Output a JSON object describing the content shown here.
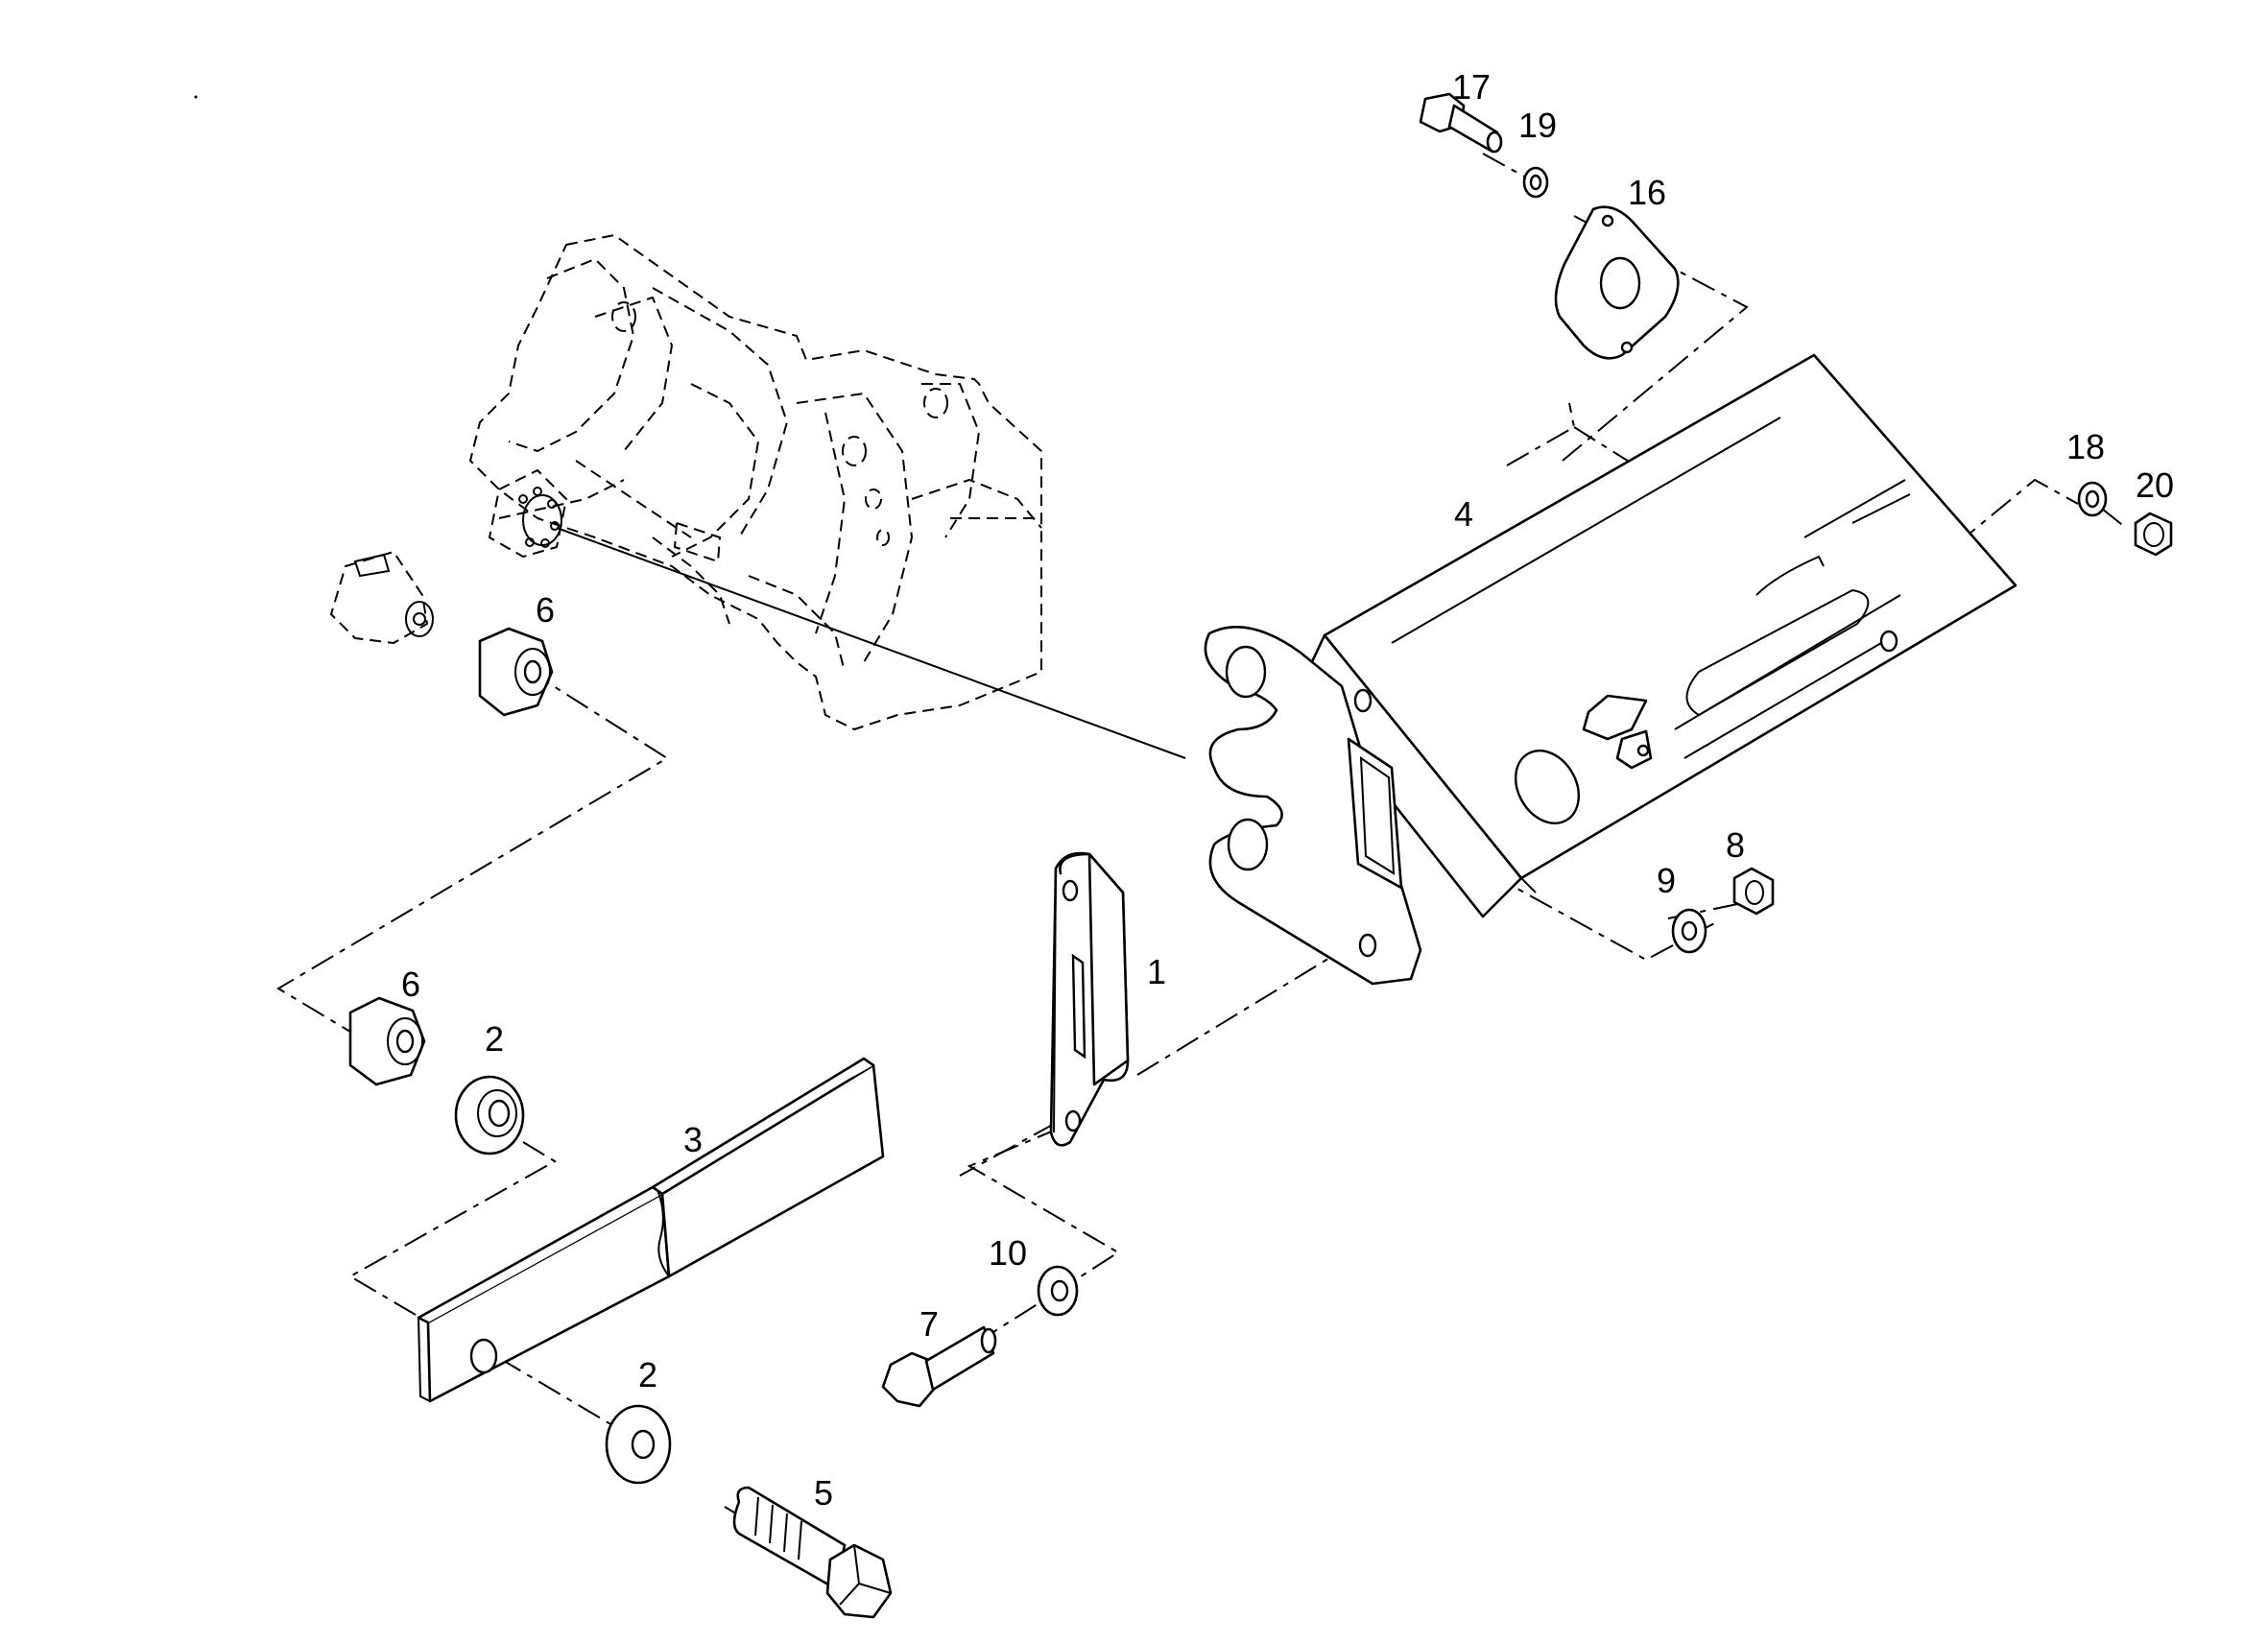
{
  "callouts": [
    {
      "id": "c1",
      "text": "1"
    },
    {
      "id": "c2a",
      "text": "2"
    },
    {
      "id": "c2b",
      "text": "2"
    },
    {
      "id": "c3",
      "text": "3"
    },
    {
      "id": "c4",
      "text": "4"
    },
    {
      "id": "c5",
      "text": "5"
    },
    {
      "id": "c6a",
      "text": "6"
    },
    {
      "id": "c6b",
      "text": "6"
    },
    {
      "id": "c7",
      "text": "7"
    },
    {
      "id": "c8",
      "text": "8"
    },
    {
      "id": "c9",
      "text": "9"
    },
    {
      "id": "c10",
      "text": "10"
    },
    {
      "id": "c16",
      "text": "16"
    },
    {
      "id": "c17",
      "text": "17"
    },
    {
      "id": "c18",
      "text": "18"
    },
    {
      "id": "c19",
      "text": "19"
    },
    {
      "id": "c20",
      "text": "20"
    }
  ]
}
